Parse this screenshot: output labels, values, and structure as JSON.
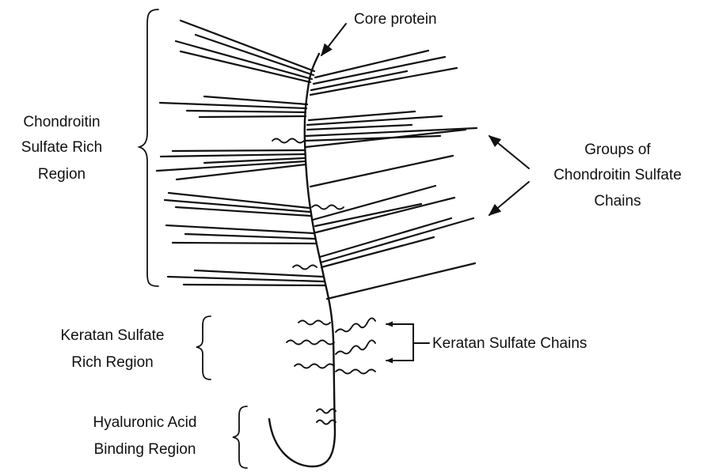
{
  "labels": {
    "core_protein": "Core protein",
    "cs_region": [
      "Chondroitin",
      "Sulfate Rich",
      "Region"
    ],
    "cs_groups": [
      "Groups of",
      "Chondroitin Sulfate",
      "Chains"
    ],
    "ks_region": [
      "Keratan Sulfate",
      "Rich Region"
    ],
    "ks_chains": "Keratan Sulfate Chains",
    "ha_region": [
      "Hyaluronic Acid",
      "Binding Region"
    ]
  },
  "colors": {
    "ink": "#111111",
    "background": "#ffffff"
  }
}
